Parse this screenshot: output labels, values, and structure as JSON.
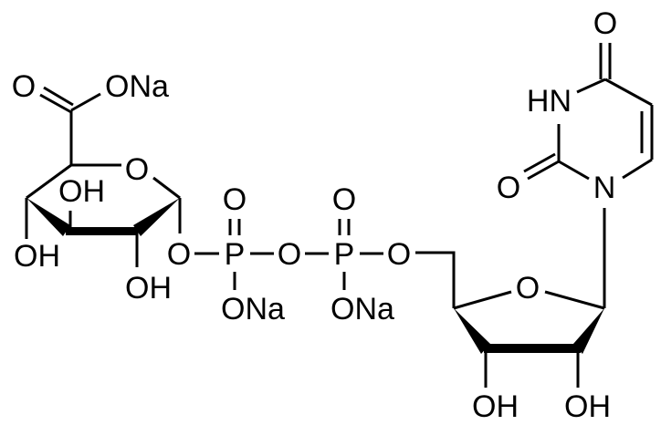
{
  "molecule": {
    "labels": {
      "carboxyl_o": "O",
      "carboxyl_ona": "ONa",
      "pyranose_ring_o": "O",
      "oh_c3": "OH",
      "oh_c4": "OH",
      "oh_c2": "OH",
      "glycosidic_o": "O",
      "p1": "P",
      "p1_oxo": "O",
      "p1_ona": "ONa",
      "bridge_o": "O",
      "p2": "P",
      "p2_oxo": "O",
      "p2_ona": "ONa",
      "ester_o": "O",
      "ribose_ring_o": "O",
      "oh_3prime": "OH",
      "oh_2prime": "OH",
      "uracil_n1": "N",
      "uracil_n3h": "HN",
      "uracil_o2": "O",
      "uracil_o4": "O"
    },
    "colors": {
      "bond": "#000000",
      "atom": "#000000",
      "background": "#ffffff"
    }
  }
}
